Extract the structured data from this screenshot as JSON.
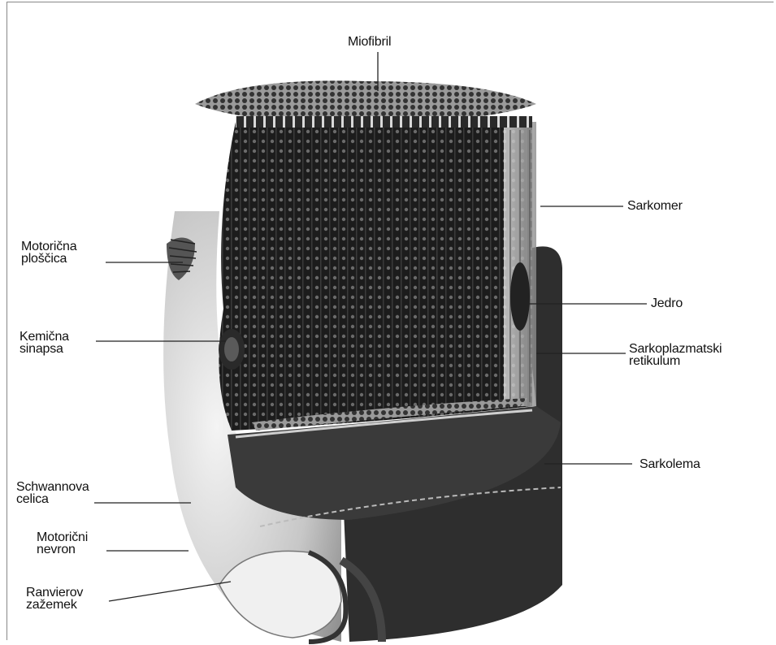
{
  "diagram": {
    "labels": {
      "miofibril": "Miofibril",
      "sarkomer": "Sarkomer",
      "motoricna_ploscica": [
        "Motorična",
        "ploščica"
      ],
      "jedro": "Jedro",
      "kemicna_sinapsa": [
        "Kemična",
        "sinapsa"
      ],
      "sarkoplazmatski_retikulum": [
        "Sarkoplazmatski",
        "retikulum"
      ],
      "sarkolema": "Sarkolema",
      "schwannova_celica": [
        "Schwannova",
        "celica"
      ],
      "motoricni_nevron": [
        "Motorični",
        "nevron"
      ],
      "ranvierov_zazemek": [
        "Ranvierov",
        "zažemek"
      ]
    }
  }
}
